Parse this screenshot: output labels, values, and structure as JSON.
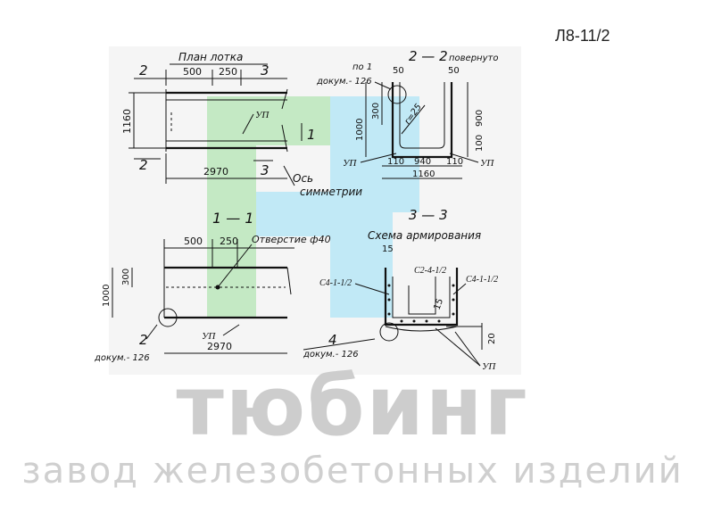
{
  "sheet_code": "Л8-11/2",
  "watermark": {
    "logo": "тюбинг",
    "subtitle": "завод железобетонных изделий",
    "colors": {
      "green": "#b5e3b5",
      "blue": "#b3e3f5",
      "grey": "#cdcdcd"
    }
  },
  "plan": {
    "title": "План лотка",
    "dim_500": "500",
    "dim_250": "250",
    "dim_1160": "1160",
    "dim_2970": "2970",
    "sec_2_top": "2",
    "sec_2_bot": "2",
    "sec_3_top": "3",
    "sec_3_bot": "3",
    "sec_1": "1",
    "up": "УП",
    "axis": "Ось",
    "symmetry": "симметрии"
  },
  "section22": {
    "title": "2 — 2",
    "note": "повернуто",
    "ref_no": "по 1",
    "ref_doc": "докум.- 126",
    "dim_50_left": "50",
    "dim_50_right": "50",
    "dim_300": "300",
    "dim_1000": "1000",
    "dim_900": "900",
    "dim_100": "100",
    "radius": "r=25",
    "dim_110_left": "110",
    "dim_940": "940",
    "dim_110_right": "110",
    "dim_1160": "1160",
    "up_left": "УП",
    "up_right": "УП"
  },
  "section11": {
    "title": "1 — 1",
    "dim_500": "500",
    "dim_250": "250",
    "hole": "Отверстие ф40",
    "dim_300": "300",
    "dim_1000": "1000",
    "up": "УП",
    "ref_no": "2",
    "ref_doc": "докум.- 126",
    "dim_2970": "2970"
  },
  "section33": {
    "title": "3 — 3",
    "subtitle": "Схема армирования",
    "dim_15": "15",
    "dim_20": "20",
    "mesh_left": "С4-1-1/2",
    "mesh_mid": "С2-4-1/2",
    "mesh_right": "С4-1-1/2",
    "rad_15": "15",
    "ref_no": "4",
    "ref_doc": "докум.- 126",
    "up": "УП"
  }
}
